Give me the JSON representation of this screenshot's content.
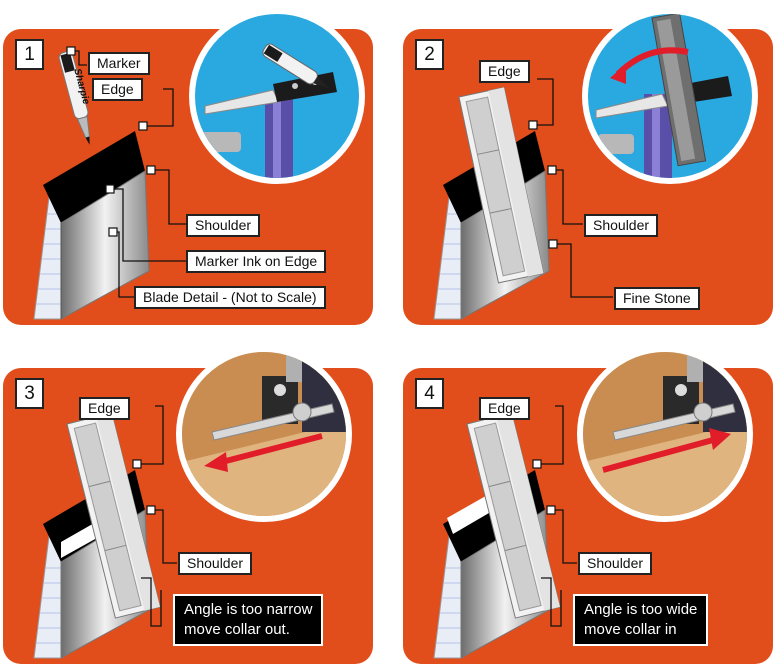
{
  "panels": [
    {
      "number": "1",
      "labels": {
        "marker": "Marker",
        "edge": "Edge",
        "shoulder": "Shoulder",
        "marker_ink": "Marker Ink on Edge",
        "blade_detail": "Blade Detail - (Not to Scale)"
      },
      "pen_brand": "Sharpie"
    },
    {
      "number": "2",
      "labels": {
        "edge": "Edge",
        "shoulder": "Shoulder",
        "fine_stone": "Fine Stone"
      }
    },
    {
      "number": "3",
      "labels": {
        "edge": "Edge",
        "shoulder": "Shoulder"
      },
      "note": "Angle is too narrow\nmove collar out."
    },
    {
      "number": "4",
      "labels": {
        "edge": "Edge",
        "shoulder": "Shoulder"
      },
      "note": "Angle is too wide\nmove collar in"
    }
  ],
  "colors": {
    "panel_background": "#e24e1b",
    "circle_background": "#2aa9e0",
    "arrow": "#e11d2a",
    "blade_ink": "#000000"
  }
}
